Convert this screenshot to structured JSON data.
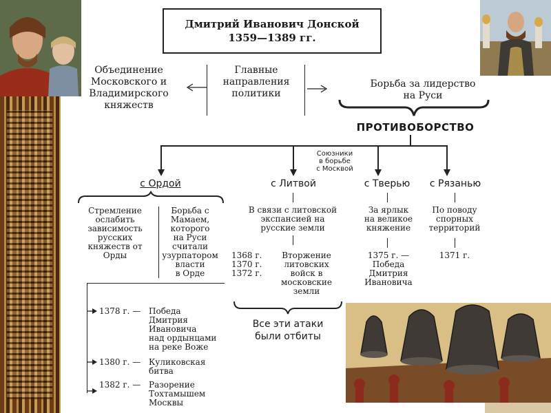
{
  "title": {
    "line1": "Дмитрий Иванович Донской",
    "line2": "1359—1389 гг."
  },
  "center_node": [
    "Главные",
    "направления",
    "политики"
  ],
  "left_node": [
    "Объединение",
    "Московского и",
    "Владимирского",
    "княжеств"
  ],
  "right_node": [
    "Борьба за лидерство",
    "на Руси"
  ],
  "opposition": "ПРОТИВОБОРСТВО",
  "allies_note": [
    "Союзники",
    "в борьбе",
    "с Москвой"
  ],
  "horde": {
    "label": "с Ордой",
    "col1": [
      "Стремление",
      "ослабить",
      "зависимость",
      "русских",
      "княжеств от",
      "Орды"
    ],
    "col2": [
      "Борьба с",
      "Мамаем,",
      "которого",
      "на Руси",
      "считали",
      "узурпатором",
      "власти",
      "в Орде"
    ],
    "events": [
      {
        "year": "1378 г. —",
        "text": [
          "Победа",
          "Дмитрия",
          "Ивановича",
          "над ордынцами",
          "на реке Воже"
        ]
      },
      {
        "year": "1380 г. —",
        "text": [
          "Куликовская",
          "битва"
        ]
      },
      {
        "year": "1382 г. —",
        "text": [
          "Разорение",
          "Тохтамышем",
          "Москвы"
        ]
      }
    ]
  },
  "lithuania": {
    "label": "с Литвой",
    "desc": [
      "В связи с литовской",
      "экспансией на",
      "русские земли"
    ],
    "years": [
      "1368 г.",
      "1370 г.",
      "1372 г."
    ],
    "invasion": [
      "Вторжение",
      "литовских",
      "войск в",
      "московские",
      "земли"
    ],
    "result": [
      "Все эти атаки",
      "были отбиты"
    ]
  },
  "tver": {
    "label": "с Тверью",
    "desc": [
      "За ярлык",
      "на великое",
      "княжение"
    ],
    "event": [
      "1375 г. —",
      "Победа",
      "Дмитрия",
      "Ивановича"
    ]
  },
  "ryazan": {
    "label": "с Рязанью",
    "desc": [
      "По поводу",
      "спорных",
      "территорий"
    ],
    "event": "1371 г."
  },
  "colors": {
    "line": "#222222",
    "paper": "#ffffff",
    "background": "#d9c7a6"
  }
}
